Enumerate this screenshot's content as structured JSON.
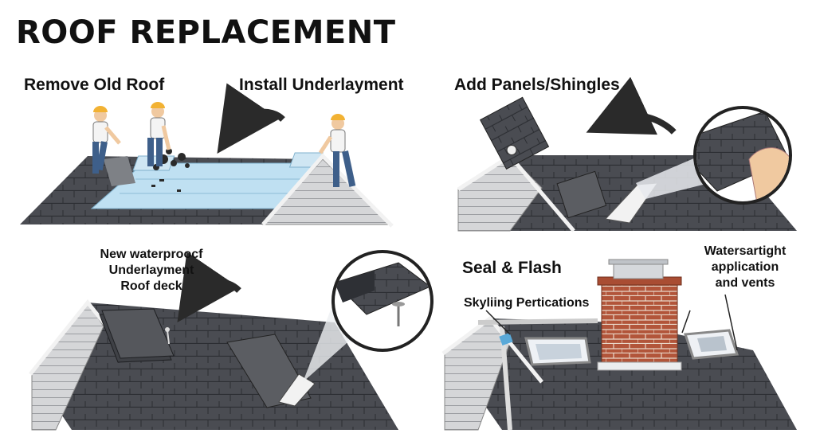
{
  "title": "ROOF REPLACEMENT",
  "steps": {
    "remove": "Remove Old Roof",
    "underlayment": "Install Underlayment",
    "panels": "Add Panels/Shingles",
    "seal": "Seal & Flash"
  },
  "callouts": {
    "waterproof_line1": "New waterproocf",
    "waterproof_line2": "Underlayment",
    "roof_deck": "Roof deck",
    "skylight": "Skyliing Pertications",
    "watertight_line1": "Watersartight",
    "watertight_line2": "application",
    "watertight_line3": "and vents"
  },
  "colors": {
    "shingle": "#4a4c52",
    "shingle_line": "#2c2e33",
    "underlayment": "#bfe0f2",
    "brick": "#b2553a",
    "skin": "#f0c9a0",
    "helmet": "#f2b233",
    "siding": "#d5d6d8"
  },
  "icons": [
    "curved-arrow-icon",
    "magnifier-circle-icon",
    "worker-icon",
    "nail-icon"
  ]
}
